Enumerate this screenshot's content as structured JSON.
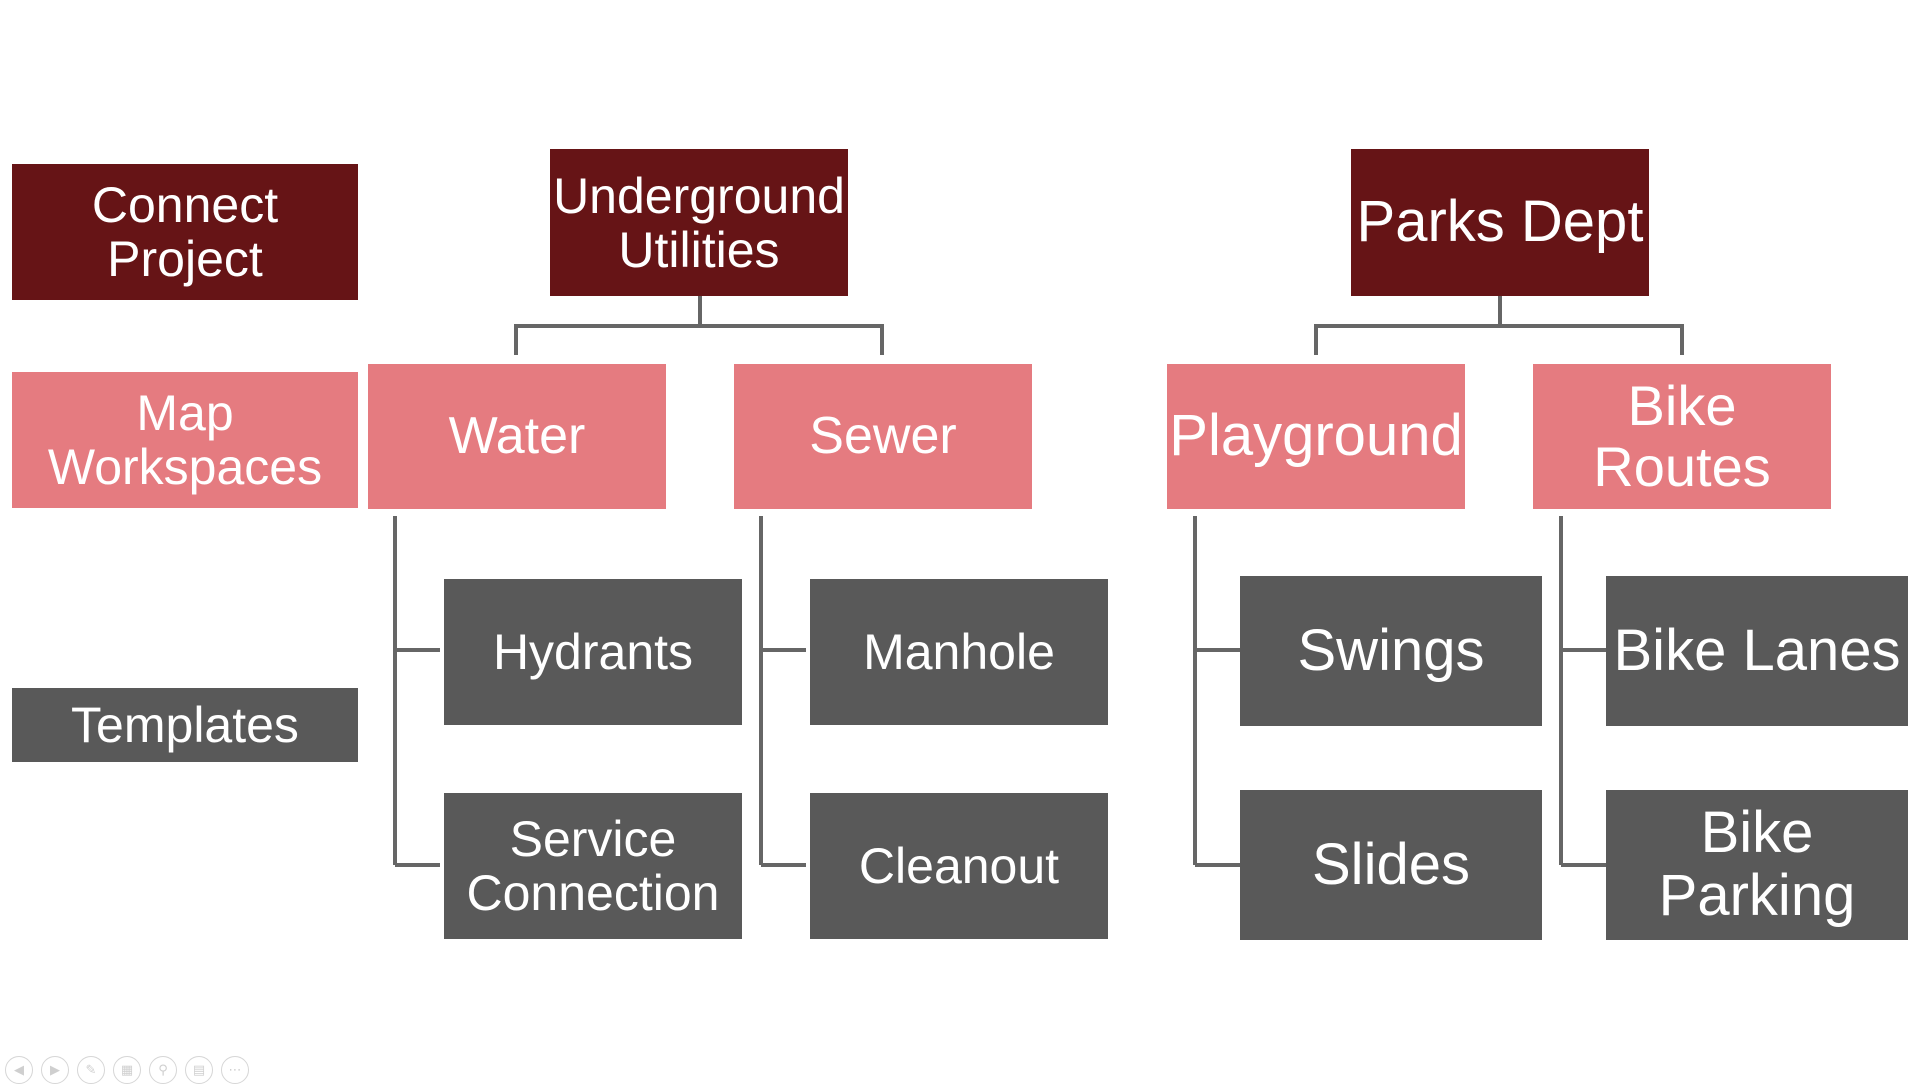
{
  "legend": {
    "connect_project": "Connect\nProject",
    "map_workspaces": "Map\nWorkspaces",
    "templates": "Templates"
  },
  "underground": {
    "title": "Underground\nUtilities",
    "water": "Water",
    "sewer": "Sewer",
    "hydrants": "Hydrants",
    "service_connection": "Service\nConnection",
    "manhole": "Manhole",
    "cleanout": "Cleanout"
  },
  "parks": {
    "title": "Parks Dept",
    "playground": "Playground",
    "bike_routes": "Bike\nRoutes",
    "swings": "Swings",
    "slides": "Slides",
    "bike_lanes": "Bike Lanes",
    "bike_parking": "Bike\nParking"
  },
  "colors": {
    "project": "#661416",
    "workspace": "#e57b80",
    "template": "#595959",
    "connector": "#666666"
  },
  "toolbar": {
    "icons": [
      "previous-slide-icon",
      "next-slide-icon",
      "pen-icon",
      "slides-grid-icon",
      "zoom-icon",
      "subtitles-icon",
      "more-options-icon"
    ]
  }
}
